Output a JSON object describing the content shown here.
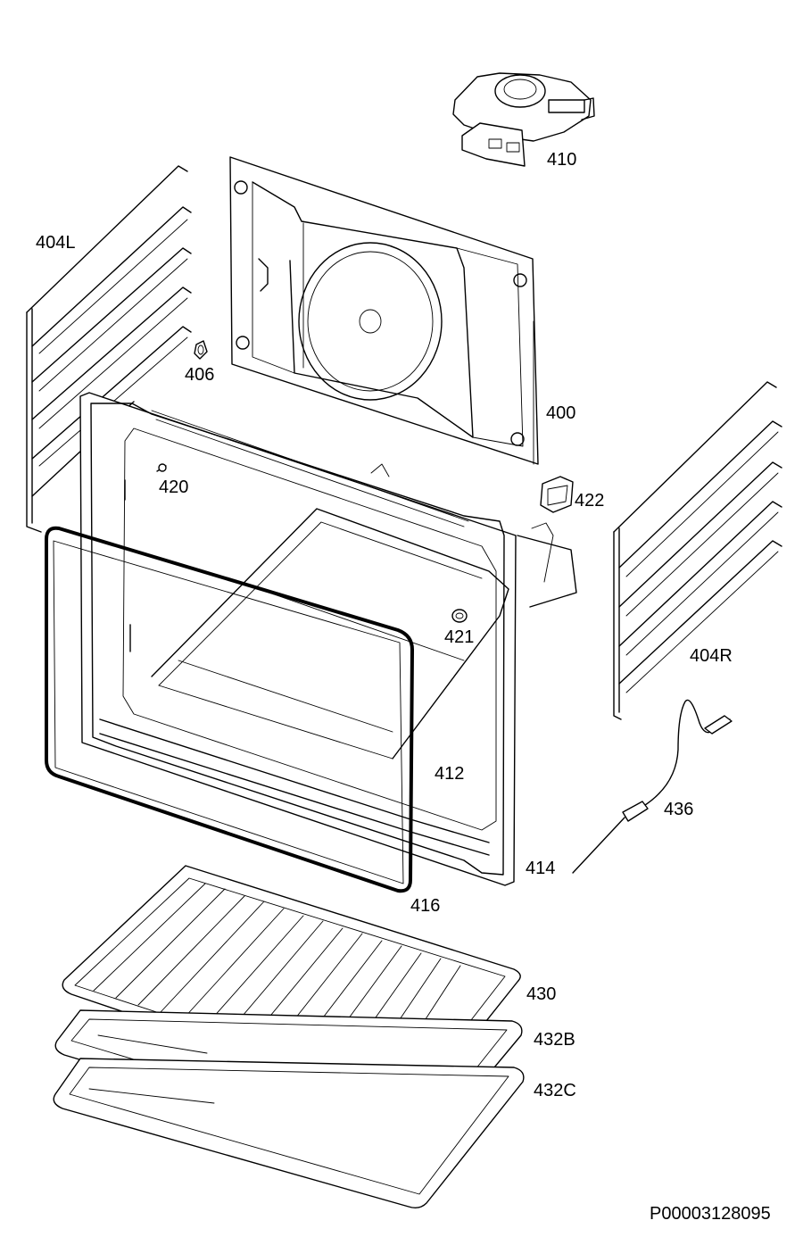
{
  "labels": {
    "p410": "410",
    "p404L": "404L",
    "p406": "406",
    "p400": "400",
    "p420": "420",
    "p422": "422",
    "p404R": "404R",
    "p421": "421",
    "p412": "412",
    "p436": "436",
    "p414": "414",
    "p416": "416",
    "p430": "430",
    "p432B": "432B",
    "p432C": "432C"
  },
  "drawing_code": "P00003128095"
}
